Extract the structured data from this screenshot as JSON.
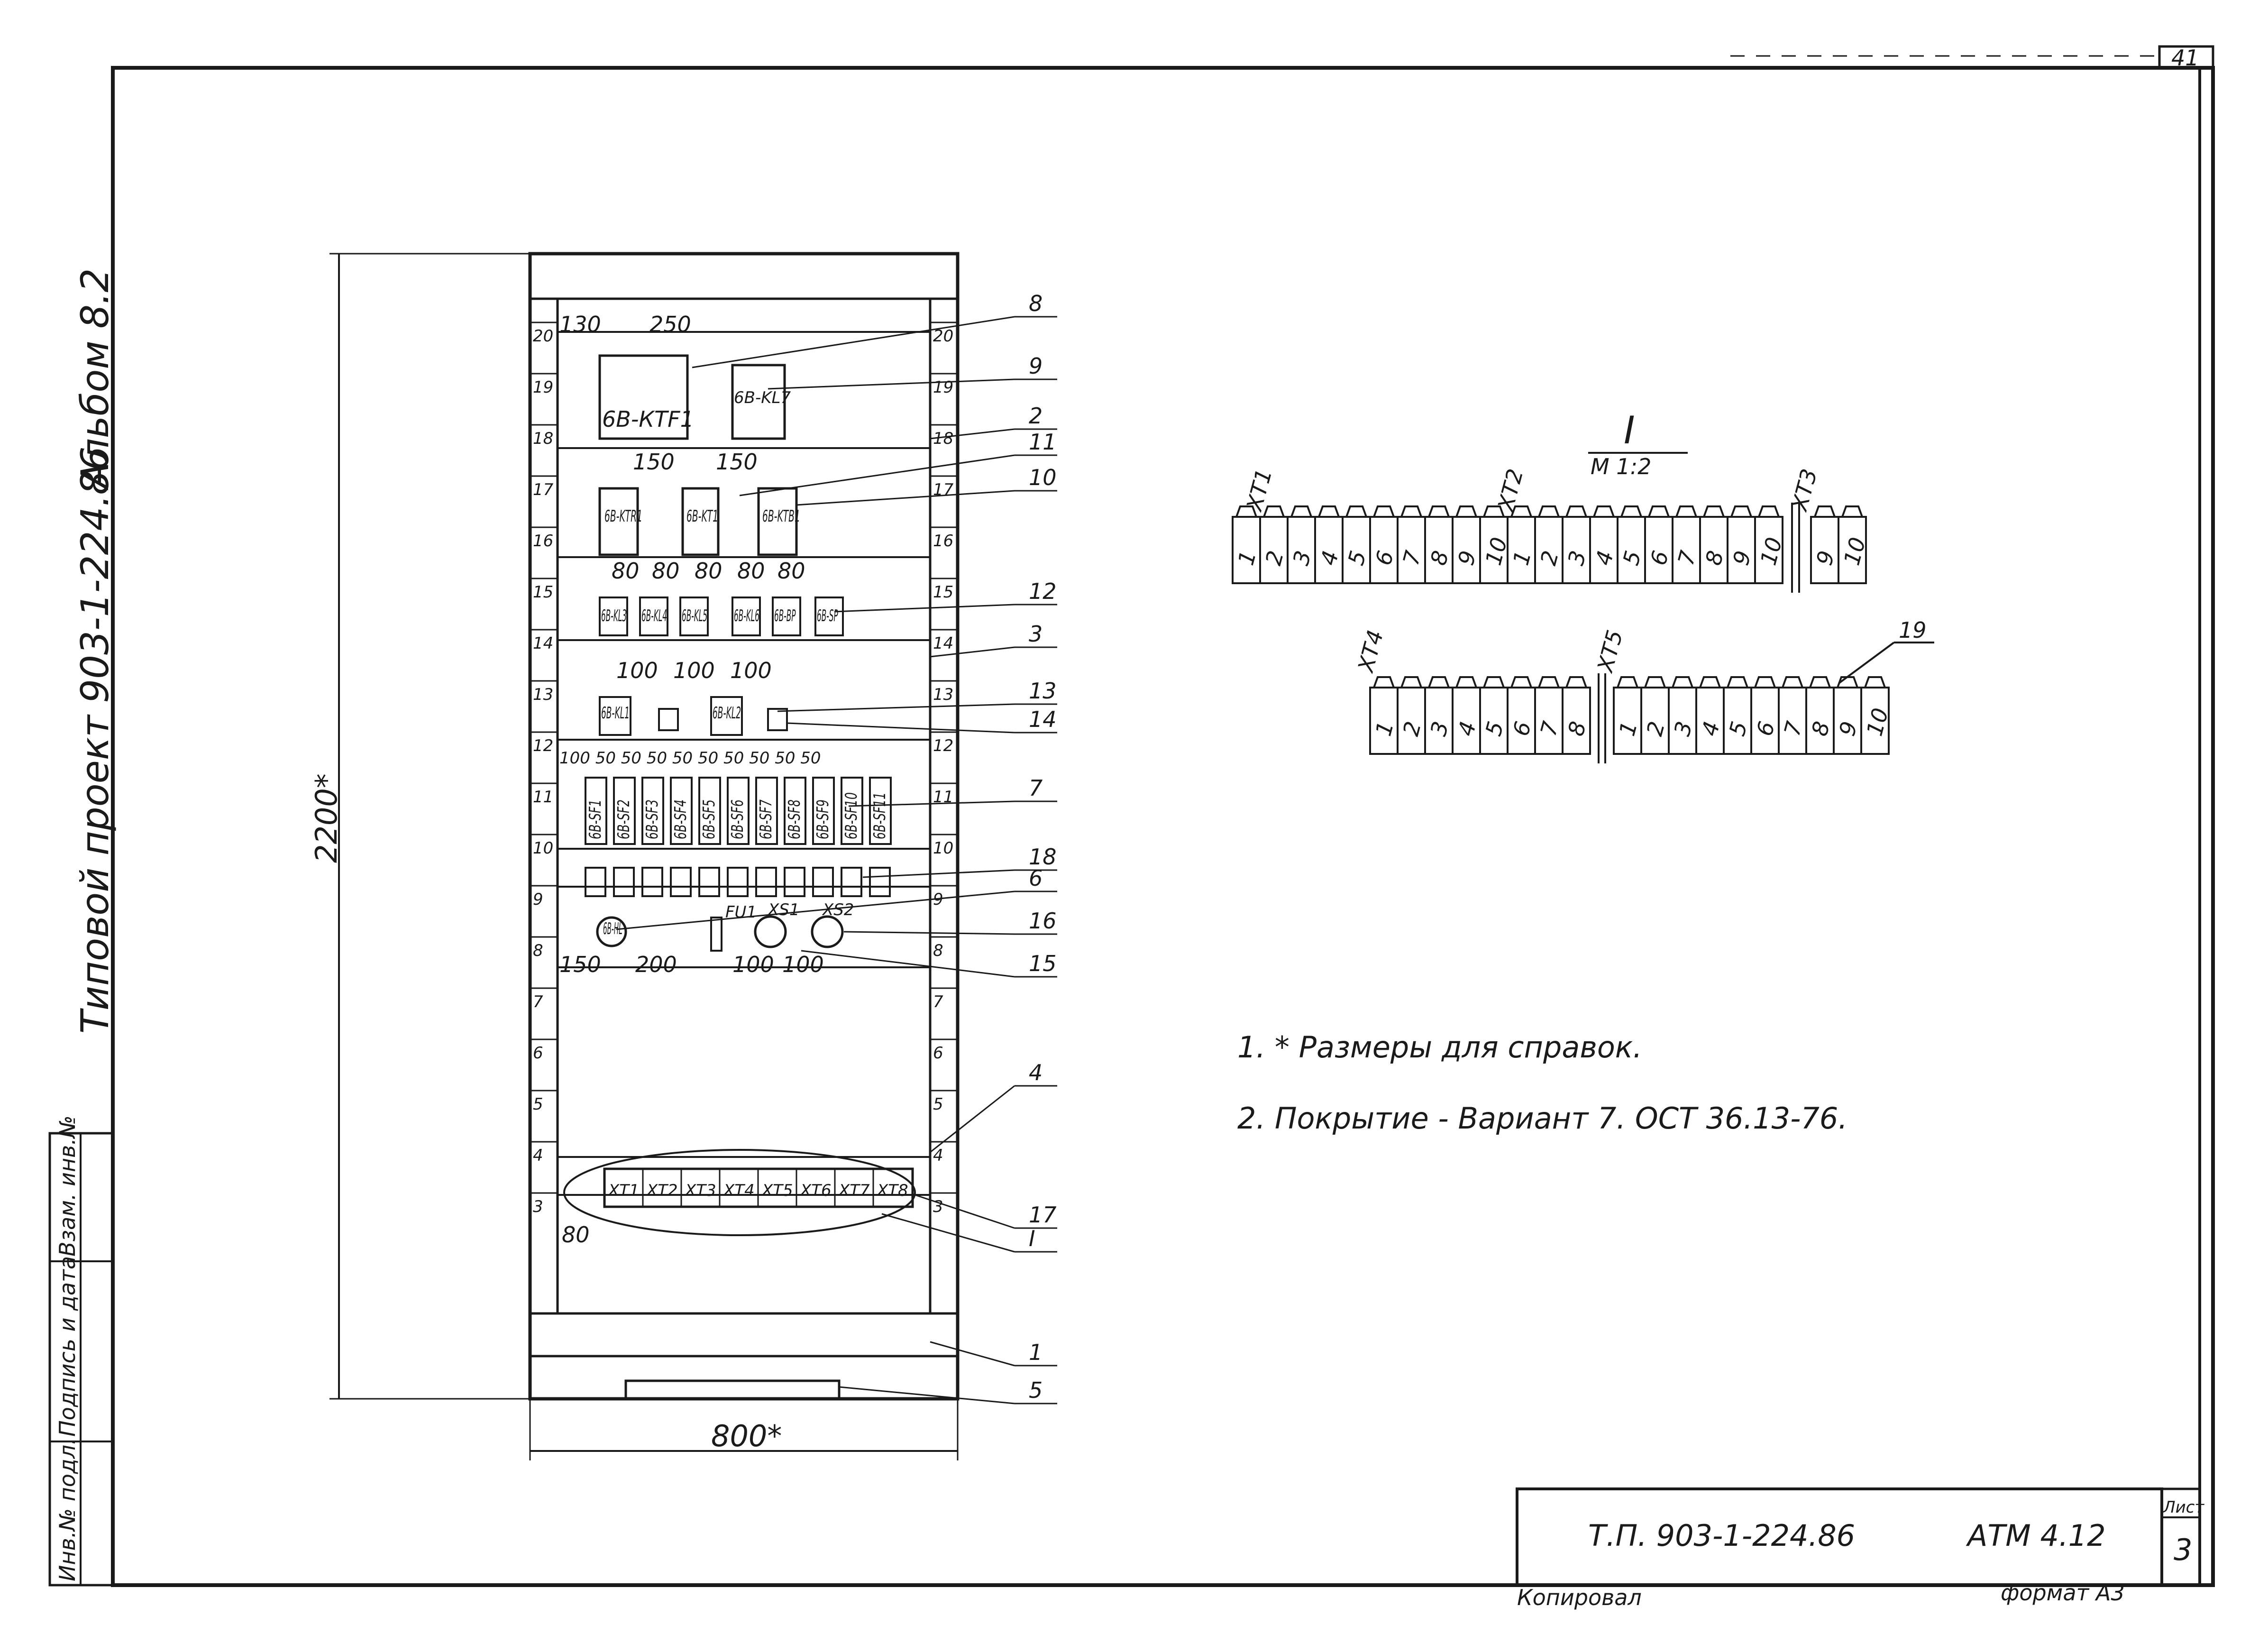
{
  "sheet": {
    "page_number": "41",
    "album_vertical": "Альбом 8.2",
    "project_vertical": "Типовой проект 903-1-224.86",
    "stamp_labels": [
      "Инв.№ подл.",
      "Подпись и дата",
      "Взам. инв.№"
    ],
    "title_block": {
      "designation": "Т.П. 903-1-224.86",
      "doc_code": "АТМ 4.12",
      "sheet_label": "Лист",
      "sheet_no": "3"
    },
    "footer": {
      "copied": "Копировал",
      "format": "формат А3"
    }
  },
  "cabinet": {
    "height_dim": "2200*",
    "width_dim": "800*",
    "rail_numbers": [
      "20",
      "19",
      "18",
      "17",
      "16",
      "15",
      "14",
      "13",
      "12",
      "11",
      "10",
      "9",
      "8",
      "7",
      "6",
      "5",
      "4",
      "3"
    ],
    "dims": {
      "d130": "130",
      "d250": "250",
      "d150a": "150",
      "d150b": "150",
      "d80_1": "80",
      "d80_2": "80",
      "d80_3": "80",
      "d80_4": "80",
      "d80_5": "80",
      "d100_1": "100",
      "d100_2": "100",
      "d100_3": "100",
      "row50": "100  50  50  50  50  50  50  50  50  50",
      "d150c": "150",
      "d200": "200",
      "d100_4": "100",
      "d100_5": "100",
      "d80b": "80"
    },
    "devices": {
      "ktf1": "6В-КТF1",
      "kl7a": "6В-KL7",
      "ktr1": "6В-KTR1",
      "kt1": "6В-KT1",
      "ktb1": "6В-KTB1",
      "kl3": "6В-KL3",
      "kl4": "6В-KL4",
      "kl5": "6В-KL5",
      "kl6": "6В-KL6",
      "bp": "6В-ВР",
      "sp": "6В-SP",
      "kl1": "6В-KL1",
      "kl2": "6В-KL2",
      "sf_labels": [
        "6В-SF1",
        "6В-SF2",
        "6В-SF3",
        "6В-SF4",
        "6В-SF5",
        "6В-SF6",
        "6В-SF7",
        "6В-SF8",
        "6В-SF9",
        "6В-SF10",
        "6В-SF11"
      ],
      "lamp": "6В-HL",
      "fu": "FU1",
      "xs1": "XS1",
      "xs2": "XS2",
      "terminals": [
        "XT1",
        "XT2",
        "XT3",
        "XT4",
        "XT5",
        "XT6",
        "XT7",
        "XT8"
      ]
    },
    "callouts": [
      "8",
      "9",
      "2",
      "11",
      "10",
      "12",
      "3",
      "13",
      "14",
      "7",
      "18",
      "6",
      "16",
      "15",
      "4",
      "17",
      "I",
      "1",
      "5"
    ]
  },
  "detail": {
    "title": "I",
    "scale": "М 1:2",
    "xt1": "XT1",
    "xt2": "XT2",
    "xt3": "XT3",
    "xt4": "XT4",
    "xt5": "XT5",
    "row1_a": [
      "1",
      "2",
      "3",
      "4",
      "5",
      "6",
      "7",
      "8",
      "9",
      "10"
    ],
    "row1_b": [
      "1",
      "2",
      "3",
      "4",
      "5",
      "6",
      "7",
      "8",
      "9",
      "10"
    ],
    "row1_c": [
      "9",
      "10"
    ],
    "row2_a": [
      "1",
      "2",
      "3",
      "4",
      "5",
      "6",
      "7",
      "8"
    ],
    "row2_b": [
      "1",
      "2",
      "3",
      "4",
      "5",
      "6",
      "7",
      "8",
      "9",
      "10"
    ],
    "callout": "19"
  },
  "notes": [
    "1. * Размеры для справок.",
    "2.  Покрытие - Вариант 7. ОСТ 36.13-76."
  ]
}
